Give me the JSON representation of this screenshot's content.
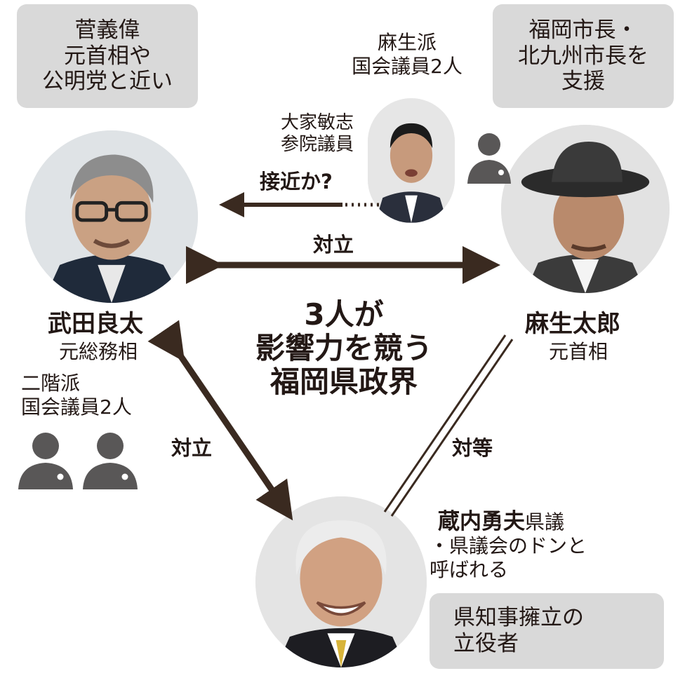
{
  "bubbles": {
    "takeda": "菅義偉\n元首相や\n公明党と近い",
    "aso": "福岡市長・\n北九州市長を\n支援",
    "kurauchi": "県知事擁立の\n立役者"
  },
  "aso_faction": "麻生派\n国会議員2人",
  "oie": {
    "name": "大家敏志\n参院議員",
    "approach": "接近か?"
  },
  "takeda": {
    "name": "武田良太",
    "title": "元総務相"
  },
  "aso": {
    "name": "麻生太郎",
    "title": "元首相"
  },
  "kurauchi": {
    "name": "蔵内勇夫",
    "suffix": "県議",
    "desc": "・県議会のドンと\n呼ばれる"
  },
  "nikai_faction": "二階派\n国会議員2人",
  "center_title": "3人が\n影響力を競う\n福岡県政界",
  "relations": {
    "takeda_aso": "対立",
    "takeda_kurauchi": "対立",
    "aso_kurauchi": "対等"
  },
  "colors": {
    "arrow": "#3a2a20",
    "bubble": "#d9d9d9",
    "person_icon": "#595757"
  }
}
